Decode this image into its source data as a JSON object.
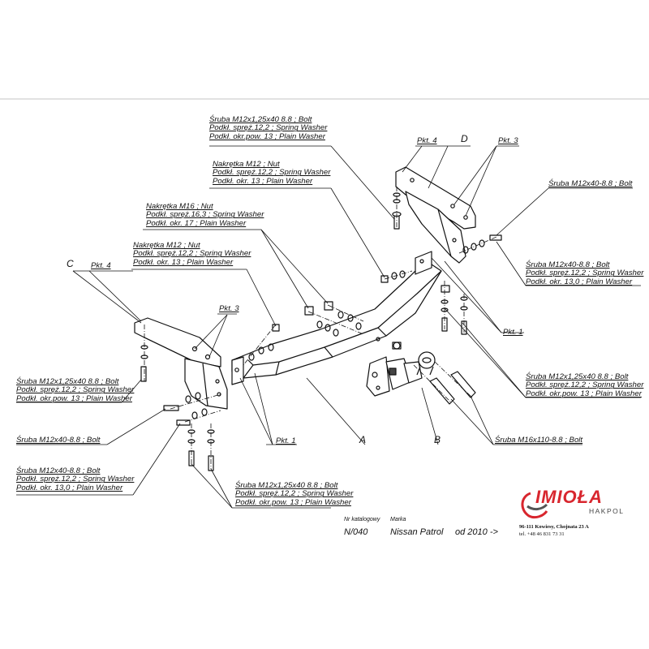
{
  "labels": {
    "top_bolt": [
      "Śruba M12x1,25x40 8.8 ;  Bolt",
      "Podkł. spręż.12,2 ; Spring Washer",
      "Podkł. okr.pow. 13 ; Plain Washer"
    ],
    "nut_m12_top": [
      "Nakrętka  M12 ; Nut",
      "Podkł. spręż.12,2 ; Spring Washer",
      "Podkł. okr. 13 ; Plain Washer"
    ],
    "nut_m16": [
      "Nakrętka  M16 ; Nut",
      "Podkł. spręż.16,3 ; Spring Washer",
      "Podkł. okr. 17 ; Plain Washer"
    ],
    "nut_m12_left": [
      "Nakrętka  M12 ; Nut",
      "Podkł. spręż.12,2 ; Spring Washer",
      "Podkł. okr. 13 ; Plain Washer"
    ],
    "bolt_right_top": [
      "Śruba M12x40-8.8 ;  Bolt"
    ],
    "bolt_right_mid": [
      "Śruba M12x40-8.8 ;  Bolt",
      "Podkł. spręż.12,2 ; Spring Washer",
      "Podkł. okr. 13,0 ; Plain Washer"
    ],
    "bolt_right_low": [
      "Śruba M12x1,25x40 8.8 ;  Bolt",
      "Podkł. spręż.12,2 ; Spring Washer",
      "Podkł. okr.pow. 13 ; Plain Washer"
    ],
    "bolt_m16": [
      "Śruba M16x110-8.8 ;  Bolt"
    ],
    "bolt_left_a": [
      "Śruba M12x1,25x40 8.8 ;  Bolt",
      "Podkł. spręż.12,2 ; Spring Washer",
      "Podkł. okr.pow. 13 ; Plain Washer"
    ],
    "bolt_left_b": [
      "Śruba M12x40-8.8 ;  Bolt"
    ],
    "bolt_left_c": [
      "Śruba M12x40-8.8 ;  Bolt",
      "Podkł. spręż.12,2 ; Spring Washer",
      "Podkł. okr. 13,0 ; Plain Washer"
    ],
    "bolt_bottom": [
      "Śruba M12x1,25x40 8.8 ;  Bolt",
      "Podkł. spręż.12,2 ; Spring Washer",
      "Podkł. okr.pow. 13 ; Plain Washer"
    ]
  },
  "part_letters": {
    "a": "A",
    "b": "B",
    "c": "C",
    "d": "D"
  },
  "points": {
    "pkt4_left": "Pkt. 4",
    "pkt3_left": "Pkt. 3",
    "pkt1_left": "Pkt. 1",
    "pkt4_right": "Pkt. 4",
    "pkt3_right": "Pkt. 3",
    "pkt1_right": "Pkt. 1"
  },
  "footer": {
    "catalog_caption": "Nr katalogowy",
    "catalog_number": "N/040",
    "brand_caption": "Marka",
    "model": "Nissan Patrol",
    "year": "od  2010 ->"
  },
  "company": {
    "logo_text": "IMIOŁA",
    "logo_sub": "HAKPOL",
    "address": "96-111 Kowiesy, Chojnata 23 A",
    "phone": "tel. +48 46 831 73 31",
    "brand_color": "#d8262e"
  }
}
